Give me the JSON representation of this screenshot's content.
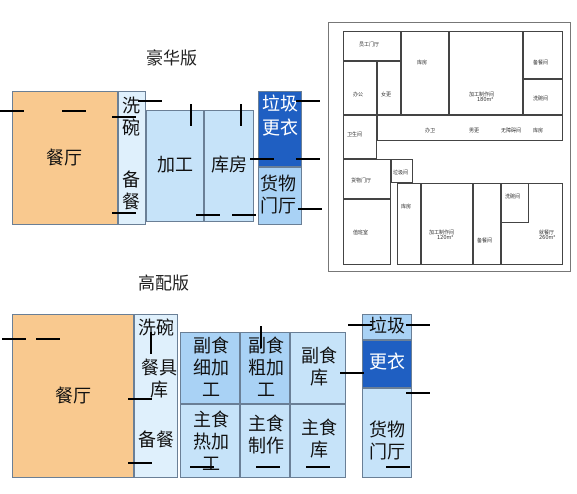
{
  "deluxe": {
    "title": "豪华版",
    "dining": "餐厅",
    "dishwash": "洗碗",
    "serving": "备餐",
    "processing": "加工",
    "storage": "库房",
    "garbage": "垃圾",
    "changing": "更衣",
    "goods": "货物门厅"
  },
  "standard": {
    "title": "高配版",
    "dining": "餐厅",
    "dishwash": "洗碗",
    "utensil": "餐具库",
    "serving": "备餐",
    "side_fine": "副食细加工",
    "side_rough": "副食粗加工",
    "side_store": "副食库",
    "staple_hot": "主食热加工",
    "staple_make": "主食制作",
    "staple_store": "主食库",
    "garbage": "垃圾",
    "changing": "更衣",
    "goods": "货物门厅"
  },
  "floorplan": {
    "rooms": {
      "staff": "员工门厅",
      "store1": "库房",
      "proc": "加工制作间",
      "proc_area": "180m²",
      "prep": "备餐间",
      "wash": "洗碗间",
      "office": "办公",
      "locker": "女更",
      "sanitary": "卫生间",
      "hall": "货物门厅",
      "garbage": "垃圾间",
      "store2": "库房",
      "proc2": "加工制作间",
      "proc2_area": "120m²",
      "prep2": "备餐间",
      "dining": "就餐厅",
      "dining_area": "260m²",
      "wash2": "洗碗间",
      "duty": "值班室",
      "corr1": "办卫",
      "corr2": "男更",
      "corr3": "无障碍间",
      "corr4": "库房"
    }
  },
  "colors": {
    "dining": "#f9c98f",
    "light": "#c6e3f9",
    "mid": "#a9d2f5",
    "dark": "#1f5fc2",
    "pale": "#dff0fc"
  }
}
